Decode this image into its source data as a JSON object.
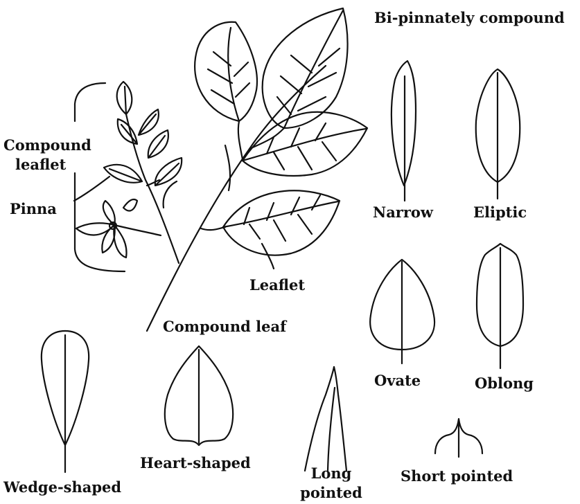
{
  "labels": {
    "bipinnate": "Bi-pinnately compound",
    "compound_leaflet_1": "Compound",
    "compound_leaflet_2": "leaflet",
    "pinna": "Pinna",
    "leaflet": "Leaflet",
    "compound_leaf": "Compound leaf",
    "narrow": "Narrow",
    "eliptic": "Eliptic",
    "ovate": "Ovate",
    "oblong": "Oblong",
    "wedge": "Wedge-shaped",
    "heart": "Heart-shaped",
    "long_pointed_1": "Long",
    "long_pointed_2": "pointed",
    "short_pointed": "Short pointed"
  }
}
